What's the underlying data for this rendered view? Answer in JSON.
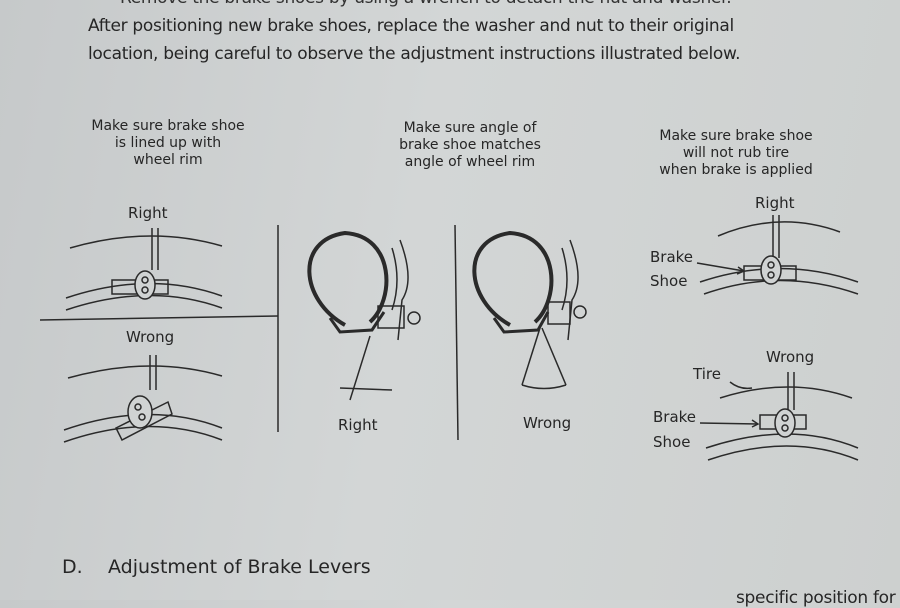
{
  "intro": {
    "line_partial": "Remove the brake shoes by using a wrench to detach the nut and washer.",
    "line_2": "After positioning new brake shoes, replace the washer and nut to their original",
    "line_3": "location, being careful to observe the adjustment instructions illustrated below."
  },
  "figures": [
    {
      "caption": [
        "Make sure brake shoe",
        "is lined up with",
        "wheel rim"
      ],
      "right_label": "Right",
      "wrong_label": "Wrong"
    },
    {
      "caption": [
        "Make sure angle of",
        "brake shoe matches",
        "angle of wheel rim"
      ],
      "right_label": "Right",
      "wrong_label": "Wrong"
    },
    {
      "caption": [
        "Make sure brake shoe",
        "will not rub tire",
        "when brake is applied"
      ],
      "right_label": "Right",
      "wrong_label": "Wrong",
      "brake_label": "Brake",
      "shoe_label": "Shoe",
      "tire_label": "Tire"
    }
  ],
  "section": {
    "letter": "D.",
    "title": "Adjustment of Brake Levers",
    "next_line_partial": "specific position for"
  }
}
